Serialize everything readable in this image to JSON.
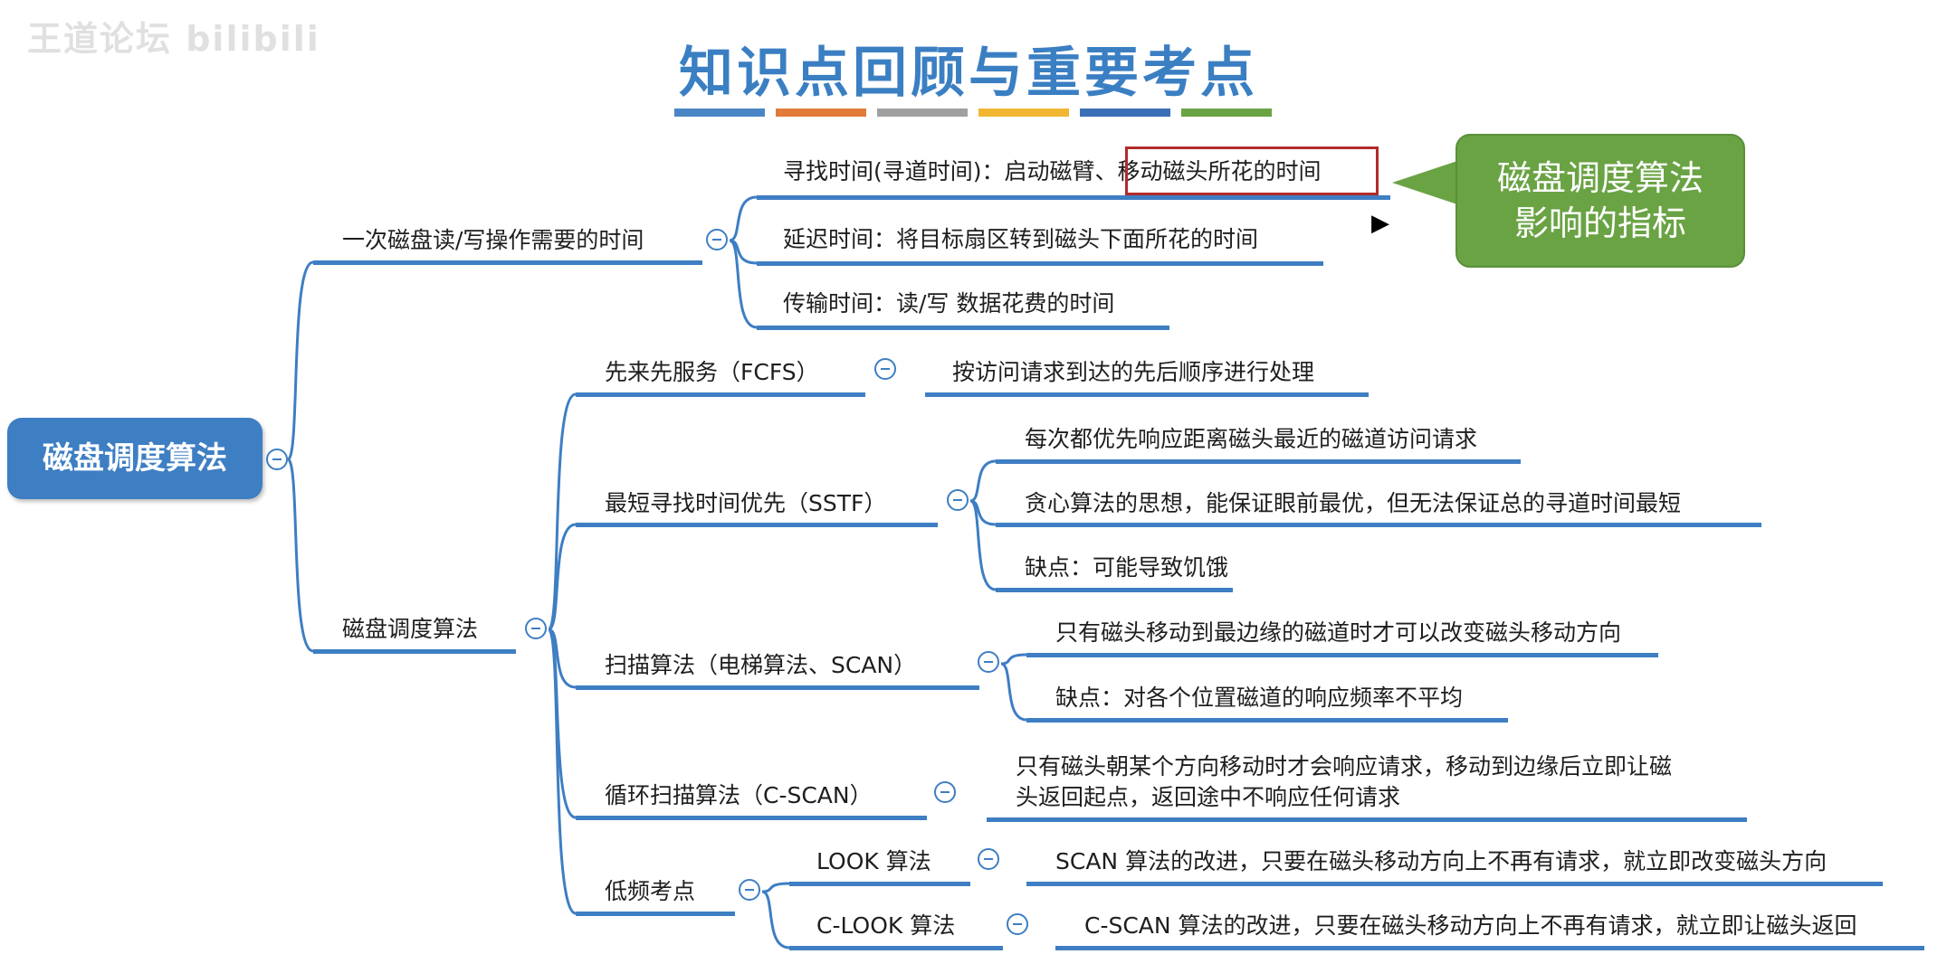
{
  "watermark": "王道论坛 bilibili",
  "title": "知识点回顾与重要考点",
  "title_bar_colors": [
    "#4a86c5",
    "#e07b39",
    "#a0a0a0",
    "#f2b732",
    "#3a6fb5",
    "#6aa344"
  ],
  "root": "磁盘调度算法",
  "callout": {
    "line1": "磁盘调度算法",
    "line2": "影响的指标"
  },
  "branch1": {
    "label": "一次磁盘读/写操作需要的时间",
    "items": [
      {
        "label": "寻找时间(寻道时间)：启动磁臂、",
        "highlight": "移动磁头所花的时间"
      },
      {
        "label": "延迟时间：将目标扇区转到磁头下面所花的时间"
      },
      {
        "label": "传输时间：读/写 数据花费的时间"
      }
    ]
  },
  "branch2": {
    "label": "磁盘调度算法",
    "algorithms": [
      {
        "name": "先来先服务（FCFS）",
        "details": [
          "按访问请求到达的先后顺序进行处理"
        ]
      },
      {
        "name": "最短寻找时间优先（SSTF）",
        "details": [
          "每次都优先响应距离磁头最近的磁道访问请求",
          "贪心算法的思想，能保证眼前最优，但无法保证总的寻道时间最短",
          "缺点：可能导致饥饿"
        ]
      },
      {
        "name": "扫描算法（电梯算法、SCAN）",
        "details": [
          "只有磁头移动到最边缘的磁道时才可以改变磁头移动方向",
          "缺点：对各个位置磁道的响应频率不平均"
        ]
      },
      {
        "name": "循环扫描算法（C-SCAN）",
        "details": [
          "只有磁头朝某个方向移动时才会响应请求，移动到边缘后立即让磁",
          "头返回起点，返回途中不响应任何请求"
        ]
      },
      {
        "name": "低频考点",
        "subs": [
          {
            "name": "LOOK 算法",
            "detail": "SCAN 算法的改进，只要在磁头移动方向上不再有请求，就立即改变磁头方向"
          },
          {
            "name": "C-LOOK 算法",
            "detail": "C-SCAN 算法的改进，只要在磁头移动方向上不再有请求，就立即让磁头返回"
          }
        ]
      }
    ]
  }
}
